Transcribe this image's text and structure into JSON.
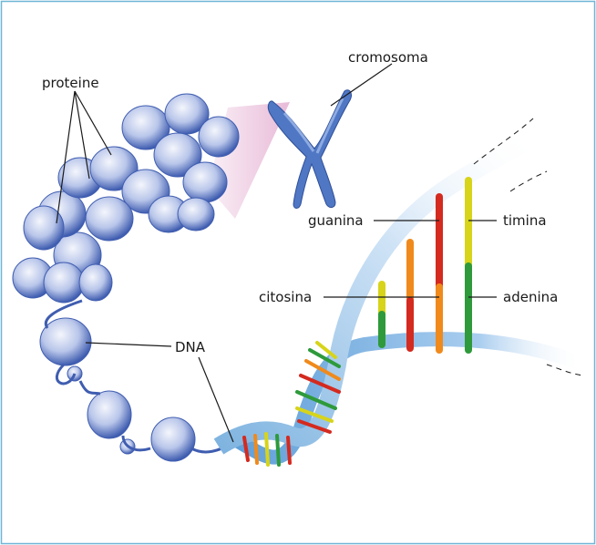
{
  "labels": {
    "proteine": "proteine",
    "cromosoma": "cromosoma",
    "guanina": "guanina",
    "timina": "timina",
    "citosina": "citosina",
    "adenina": "adenina",
    "dna": "DNA"
  },
  "colors": {
    "frame": "#6fb6d6",
    "nucleosome": "#b9c6ea",
    "nucleosome_dark": "#3f5db0",
    "strand": "#8fbfe6",
    "halo": "#e7b7d6",
    "guanine": "#d42a1f",
    "cytosine": "#f08a1c",
    "thymine": "#d7d41a",
    "adenine": "#2e9a3b"
  }
}
